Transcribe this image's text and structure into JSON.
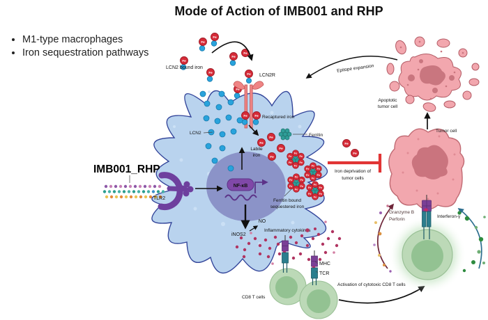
{
  "title": "Mode of Action of IMB001 and RHP",
  "bullets": [
    "M1-type macrophages",
    "Iron sequestration pathways"
  ],
  "labels": {
    "lcn2_bound_iron": "LCN2 bound iron",
    "lcn2r": "LCN2R",
    "lcn2": "LCN2",
    "recaptured_iron": "Recaptured iron",
    "ferritin": "Ferritin",
    "labile_1": "Labile",
    "labile_2": "iron",
    "imb001": "IMB001_RHP",
    "tlr2": "TLR2",
    "nfkb": "NF-κB",
    "ferritin_bound_1": "Ferritin bound",
    "ferritin_bound_2": "sequestered iron",
    "no": "NO",
    "inos2": "iNOS2",
    "cytokines": "Inflammatory cytokines",
    "mhc": "MHC",
    "tcr": "TCR",
    "cd8": "CD8 T cells",
    "activation": "Activation of cytotoxic CD8 T cells",
    "granzyme_1": "Granzyme B",
    "granzyme_2": "Perforin",
    "ifn": "Interferon-γ",
    "iron_dep_1": "Iron deprivation of",
    "iron_dep_2": "tumor cells",
    "tumor": "Tumor cell",
    "apoptotic_1": "Apoptotic",
    "apoptotic_2": "tumor cell",
    "epitope": "Epitope expansion",
    "fe": "Fe"
  },
  "colors": {
    "macrophage_fill": "#b9d3ee",
    "macrophage_outline": "#33459a",
    "nucleus": "#8b93c8",
    "fe_iron": "#d62b38",
    "lcn2_dot": "#29a3dc",
    "ferritin_teal": "#2f9e99",
    "tlr2_purple": "#6e3f9e",
    "nfkb_purple": "#8048a8",
    "lcn2r_pink": "#ef8585",
    "tumor_pink": "#f2a7ae",
    "tumor_nucleus": "#ca747e",
    "tcell_green": "#bcd9b7",
    "tcell_nucleus": "#93c292",
    "cytokine_dot": "#b03461",
    "inhibition_red": "#e13434",
    "granzyme_arrow": "#6e2639",
    "interferon_arrow": "#2c6e8e"
  }
}
